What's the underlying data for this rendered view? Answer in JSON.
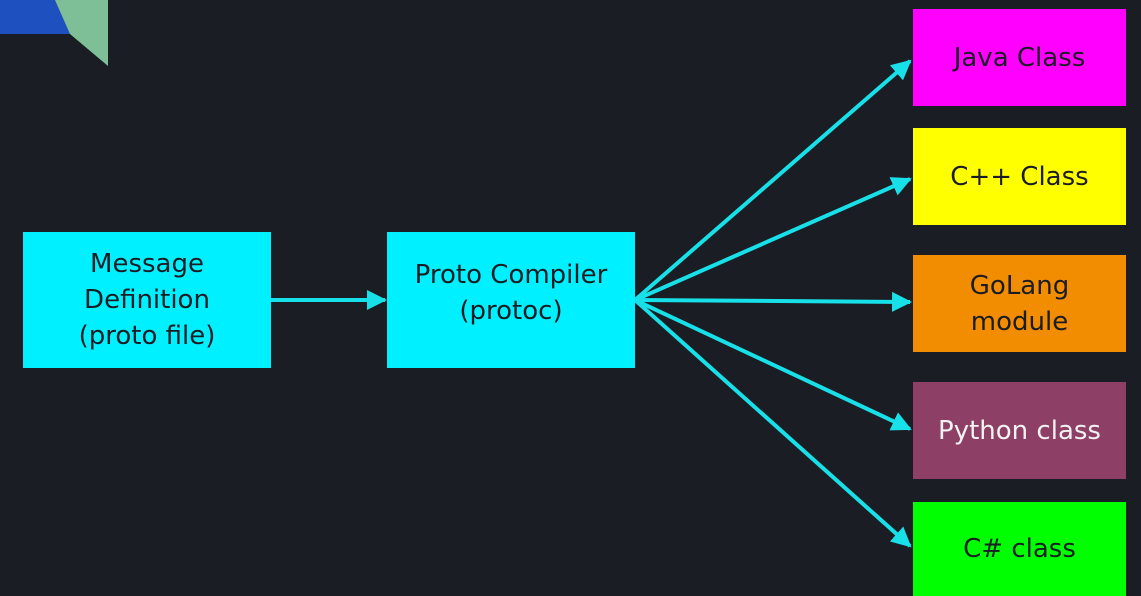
{
  "diagram": {
    "source_box": {
      "label": "Message\nDefinition\n(proto file)",
      "color": "#00f0ff"
    },
    "compiler_box": {
      "label": "Proto Compiler\n(protoc)",
      "color": "#00f0ff"
    },
    "outputs": [
      {
        "label": "Java Class",
        "color": "#ff00ff"
      },
      {
        "label": "C++ Class",
        "color": "#ffff00"
      },
      {
        "label": "GoLang\nmodule",
        "color": "#f28c00"
      },
      {
        "label": "Python class",
        "color": "#8e3f66"
      },
      {
        "label": "C# class",
        "color": "#00ff00"
      }
    ],
    "arrow_color": "#18e0e8",
    "background_color": "#1b1d24",
    "corner_decoration_colors": [
      "#1f50c0",
      "#7ebf98"
    ]
  }
}
